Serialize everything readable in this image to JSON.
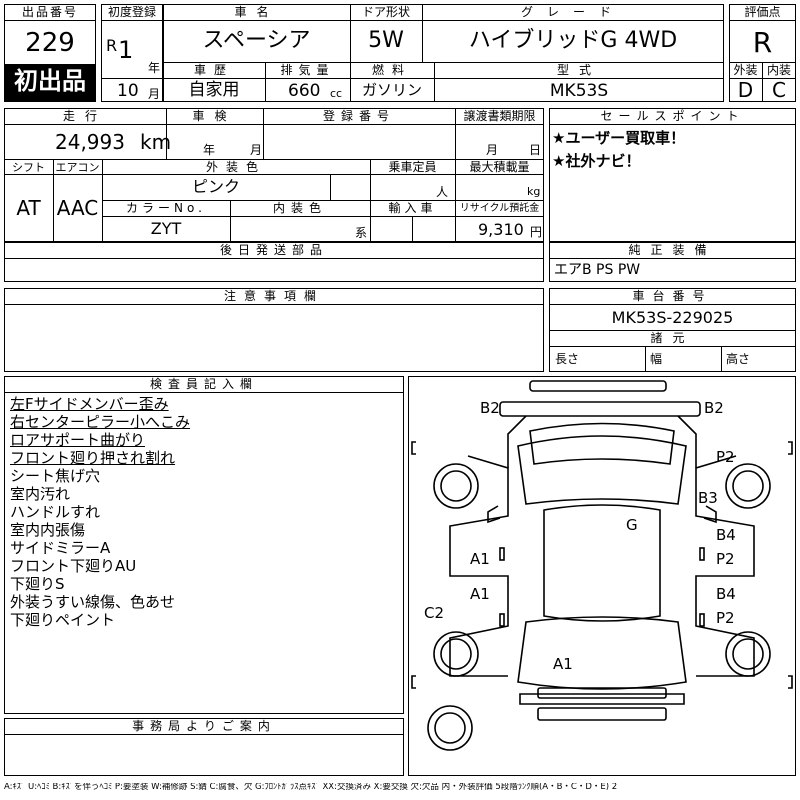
{
  "header": {
    "lot_no_label": "出品番号",
    "lot_no": "229",
    "first_listing": "初出品",
    "first_reg_label": "初度登録",
    "era": "R",
    "year_num": "1",
    "year_unit": "年",
    "month_num": "10",
    "month_unit": "月",
    "car_name_label": "車名",
    "car_name": "スペーシア",
    "doors_label": "ドア形状",
    "doors": "5W",
    "grade_label": "グレード",
    "grade": "ハイブリッドG 4WD",
    "score_label": "評価点",
    "score": "R",
    "history_label": "車歴",
    "history": "自家用",
    "displacement_label": "排気量",
    "displacement": "660",
    "displacement_unit": "cc",
    "fuel_label": "燃料",
    "fuel": "ガソリン",
    "model_label": "型式",
    "model": "MK53S",
    "ext_label": "外装",
    "ext": "D",
    "int_label": "内装",
    "int": "C"
  },
  "mid": {
    "mileage_label": "走行",
    "mileage": "24,993",
    "mileage_unit": "km",
    "inspection_label": "車検",
    "year_unit": "年",
    "month_unit": "月",
    "reg_no_label": "登録番号",
    "transfer_label": "譲渡書類期限",
    "day_unit": "日",
    "shift_label": "シフト",
    "shift": "AT",
    "ac_label": "エアコン",
    "ac": "AAC",
    "color_label": "外装色",
    "color": "ピンク",
    "capacity_label": "乗車定員",
    "capacity_unit": "人",
    "load_label": "最大積載量",
    "load_unit": "kg",
    "color_no_label": "カラーNo.",
    "color_no": "ZYT",
    "int_color_label": "内装色",
    "int_color_unit": "系",
    "import_label": "輸入車",
    "recycle_label": "リサイクル預託金",
    "recycle": "9,310",
    "recycle_unit": "円",
    "later_label": "後日発送部品",
    "sales_label": "セールスポイント",
    "sales": [
      "★ユーザー買取車！",
      "★社外ナビ！"
    ],
    "equip_label": "純正装備",
    "equip": "エアB PS PW"
  },
  "caution": {
    "label": "注意事項欄"
  },
  "chassis": {
    "label": "車台番号",
    "number": "MK53S-229025",
    "dims_label": "諸元",
    "length": "長さ",
    "width": "幅",
    "height": "高さ"
  },
  "inspector": {
    "label": "検査員記入欄",
    "notes": [
      "左Fサイドメンバー歪み",
      "右センターピラー小へこみ",
      "ロアサポート曲がり",
      "フロント廻り押され割れ",
      "シート焦げ穴",
      "室内汚れ",
      "ハンドルすれ",
      "室内内張傷",
      "サイドミラーA",
      "フロント下廻りAU",
      "下廻りS",
      "外装うすい線傷、色あせ",
      "下廻りペイント"
    ]
  },
  "office": {
    "label": "事務局よりご案内"
  },
  "diagram": {
    "labels": {
      "b2_left": "B2",
      "b2_right": "B2",
      "p2_top": "P2",
      "b3": "B3",
      "g": "G",
      "b4_upper": "B4",
      "p2_mid": "P2",
      "a1_left_upper": "A1",
      "a1_left_lower": "A1",
      "b4_lower": "B4",
      "p2_lower": "P2",
      "c2": "C2",
      "a1_bottom": "A1"
    }
  },
  "footer": {
    "legend": "A:ｷｽﾞ U:ﾍｺﾐ B:ｷｽﾞを伴うﾍｺﾐ P:要塗装 W:補修跡 S:錆 C:腐食、欠 G:ﾌﾛﾝﾄｶﾞﾗｽ点ｷｽﾞ XX:交換済み X:要交換 欠:欠品 内・外装評価 5段階ﾗﾝｸ順(A・B・C・D・E) 2"
  }
}
